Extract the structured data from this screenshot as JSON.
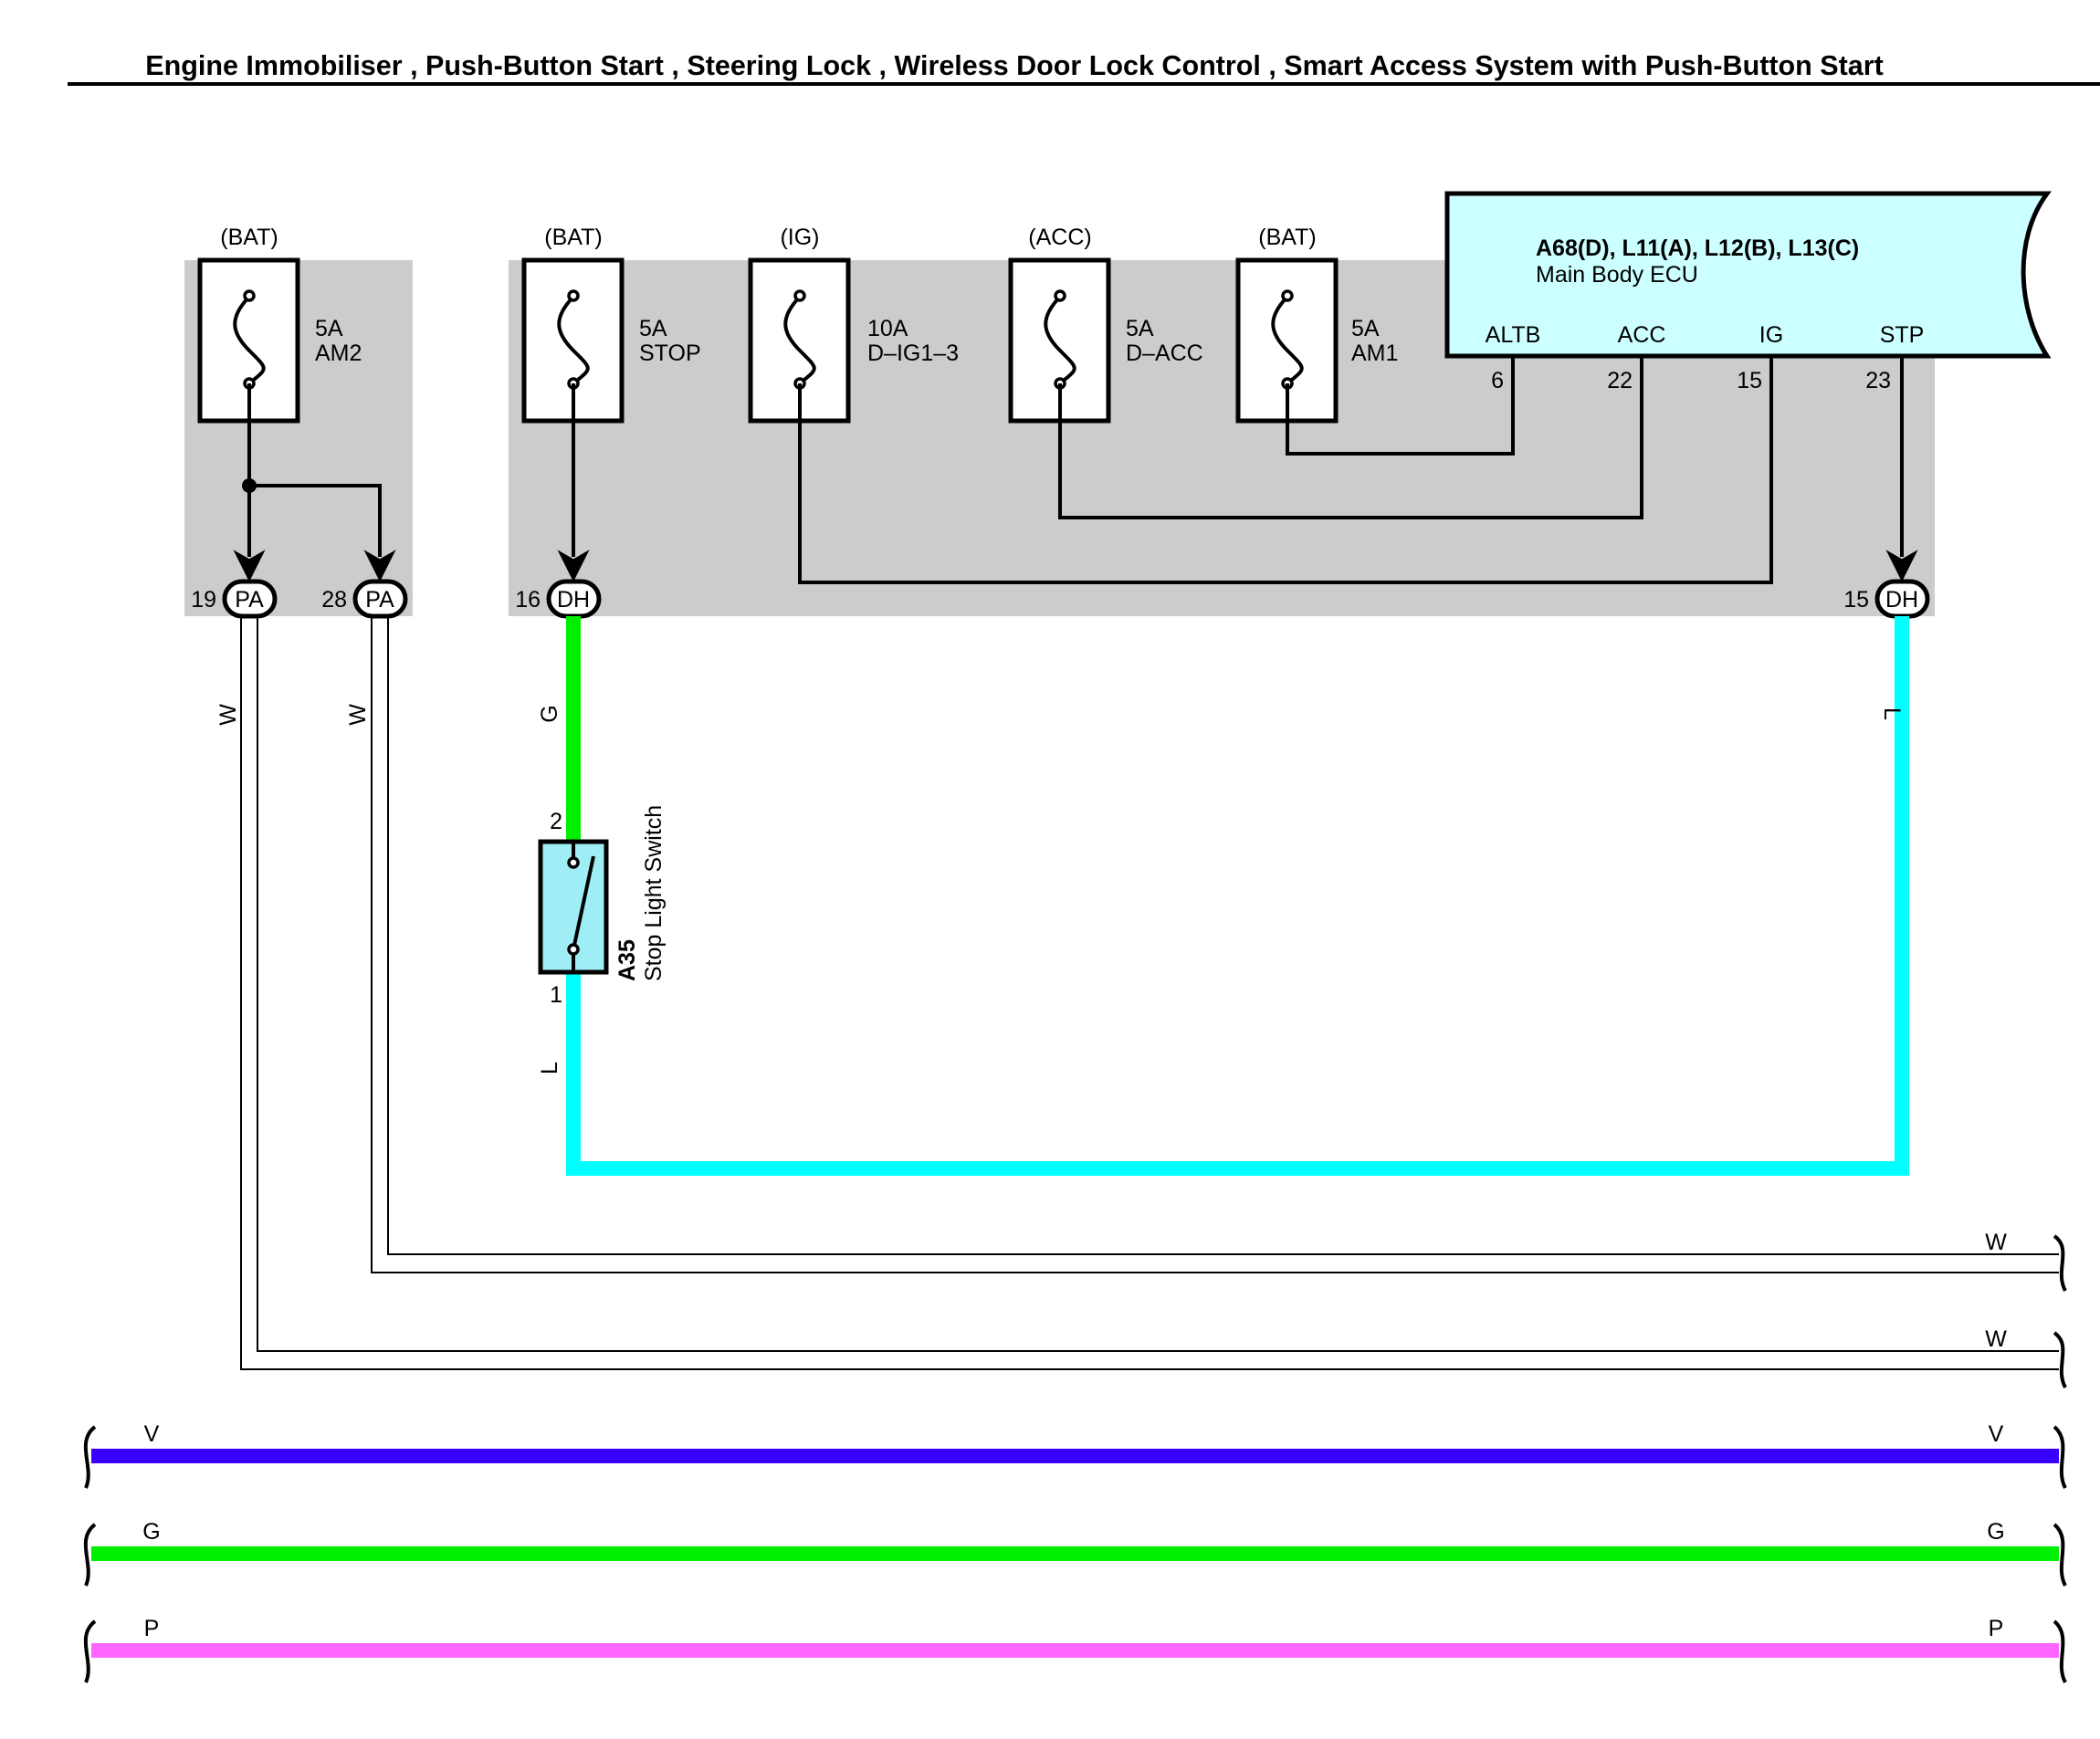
{
  "title": "Engine Immobiliser , Push-Button Start , Steering Lock , Wireless Door Lock Control , Smart Access System with Push-Button Start",
  "fuses": [
    {
      "source": "(BAT)",
      "rating": "5A",
      "name": "AM2"
    },
    {
      "source": "(BAT)",
      "rating": "5A",
      "name": "STOP"
    },
    {
      "source": "(IG)",
      "rating": "10A",
      "name": "D–IG1–3"
    },
    {
      "source": "(ACC)",
      "rating": "5A",
      "name": "D–ACC"
    },
    {
      "source": "(BAT)",
      "rating": "5A",
      "name": "AM1"
    }
  ],
  "ecu": {
    "connectors": "A68(D), L11(A), L12(B), L13(C)",
    "name": "Main Body ECU",
    "pins": [
      {
        "label": "ALTB",
        "number": "6"
      },
      {
        "label": "ACC",
        "number": "22"
      },
      {
        "label": "IG",
        "number": "15"
      },
      {
        "label": "STP",
        "number": "23"
      }
    ]
  },
  "connectors": [
    {
      "pin": "19",
      "code": "PA"
    },
    {
      "pin": "28",
      "code": "PA"
    },
    {
      "pin": "16",
      "code": "DH"
    },
    {
      "pin": "15",
      "code": "DH"
    }
  ],
  "wire_labels": {
    "pa19": "W",
    "pa28": "W",
    "dh16": "G",
    "dh15": "L",
    "switch_bottom": "L",
    "right_w_upper": "W",
    "right_w_lower": "W"
  },
  "switch": {
    "code": "A35",
    "name": "Stop Light Switch",
    "pin_top": "2",
    "pin_bottom": "1"
  },
  "buses": [
    {
      "label_left": "V",
      "label_right": "V",
      "color": "#3a00ff"
    },
    {
      "label_left": "G",
      "label_right": "G",
      "color": "#00ee00"
    },
    {
      "label_left": "P",
      "label_right": "P",
      "color": "#ff66ff"
    }
  ],
  "colors": {
    "panel": "#cccccc",
    "ecu_fill": "#ccffff",
    "switch_fill": "#a0eef5",
    "wire_green": "#00ee00",
    "wire_cyan": "#00ffff"
  }
}
